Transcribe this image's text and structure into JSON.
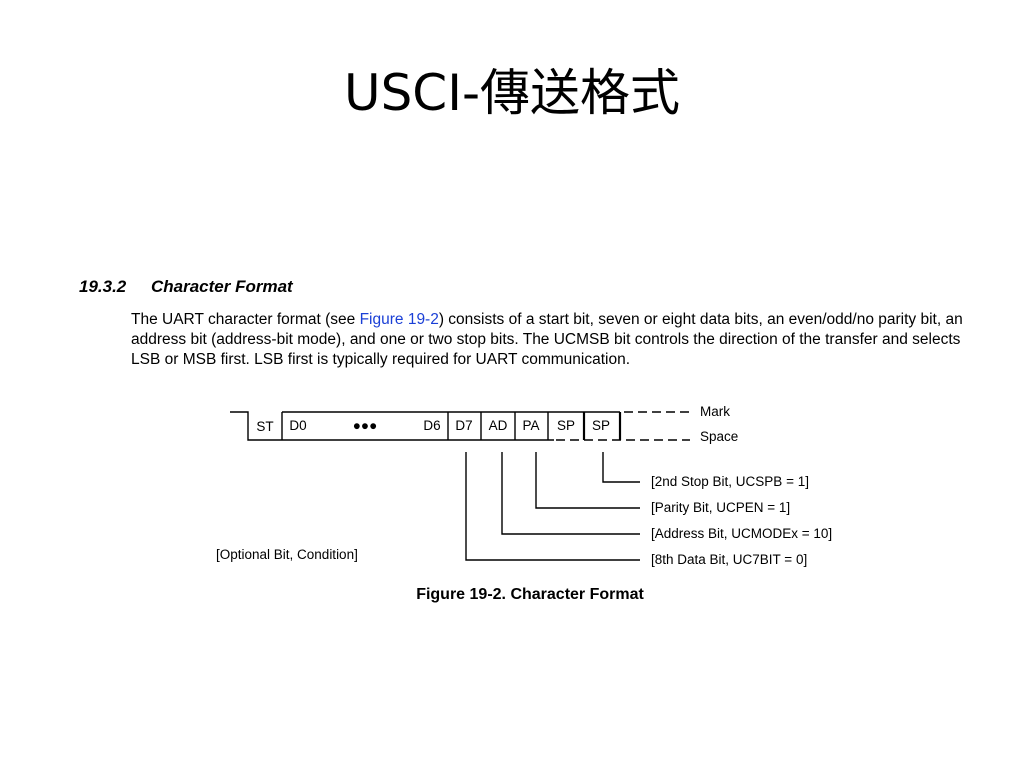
{
  "slide": {
    "title": "USCI-傳送格式"
  },
  "section": {
    "number": "19.3.2",
    "title": "Character Format"
  },
  "paragraph": {
    "before": "The UART character format (see ",
    "link": "Figure 19-2",
    "after": ") consists of a start bit, seven or eight data bits, an even/odd/no parity bit, an address bit (address-bit mode), and one or two stop bits. The UCMSB bit controls the direction of the transfer and selects LSB or MSB first. LSB first is typically required for UART communication."
  },
  "figure": {
    "caption": "Figure 19-2. Character Format",
    "frame_cells": [
      "ST",
      "D0",
      "●●●",
      "D6",
      "D7",
      "AD",
      "PA",
      "SP",
      "SP"
    ],
    "levels": {
      "mark": "Mark",
      "space": "Space"
    },
    "optional_note": "[Optional Bit, Condition]",
    "callouts": [
      "[2nd Stop Bit, UCSPB = 1]",
      "[Parity Bit, UCPEN = 1]",
      "[Address Bit, UCMODEx = 10]",
      "[8th Data Bit, UC7BIT = 0]"
    ]
  }
}
